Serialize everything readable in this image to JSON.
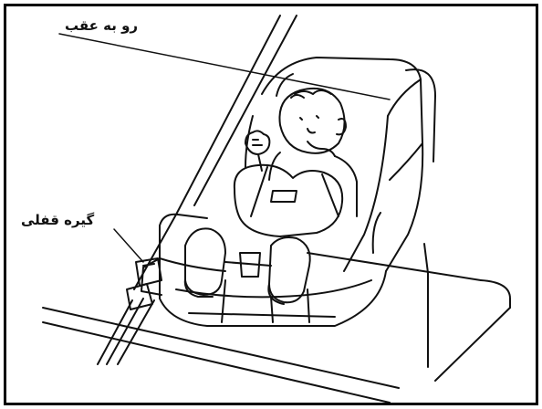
{
  "figure": {
    "description_icon": "rear-facing-child-seat-illustration",
    "labels": {
      "rear_facing": "رو به عقب",
      "locking_clip": "گیره قفلی"
    },
    "colors": {
      "ink": "#111111",
      "paper": "#ffffff"
    }
  }
}
